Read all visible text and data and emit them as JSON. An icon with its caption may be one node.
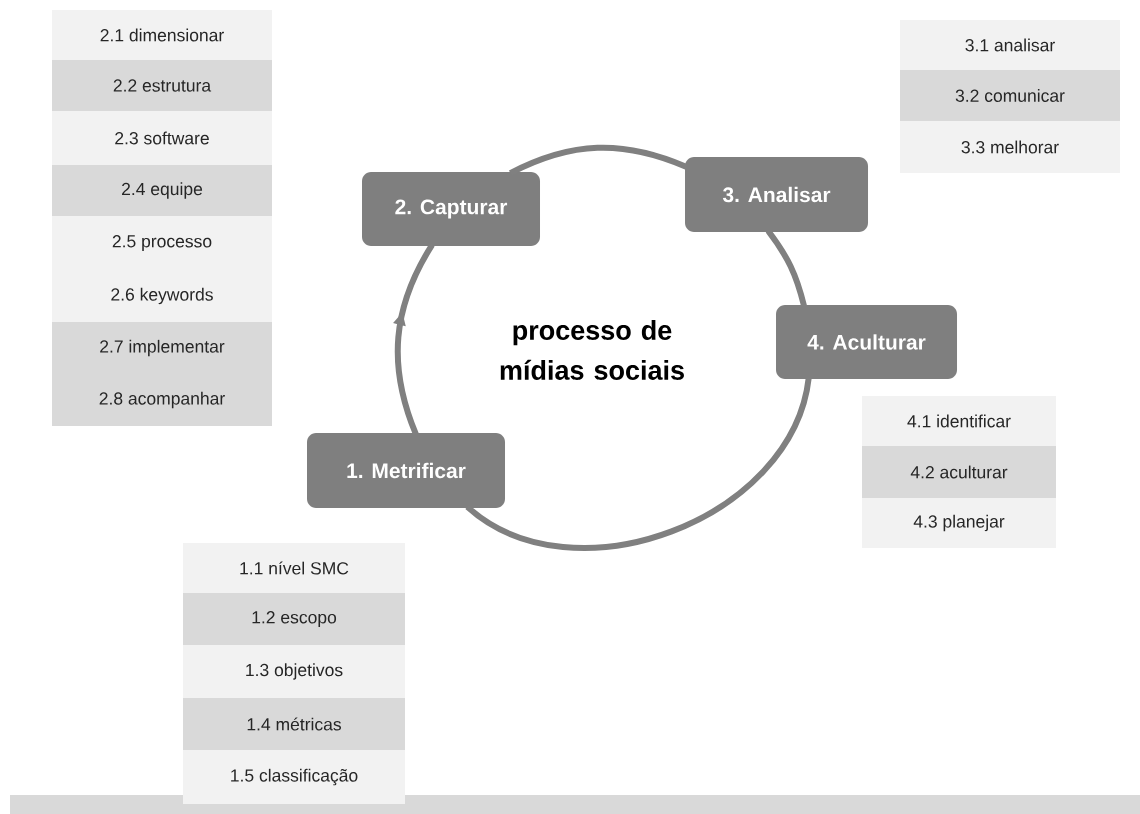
{
  "diagram": {
    "nodes": [
      {
        "text": [
          "2.1 dimensionar"
        ]
      },
      {
        "text": [
          "2.2 estrutura"
        ]
      },
      {
        "text": [
          "2.3 software"
        ]
      },
      {
        "text": [
          "2.4 equipe"
        ]
      },
      {
        "text": [
          "2.5 processo"
        ]
      },
      {
        "text": [
          "2.6 keywords"
        ]
      },
      {
        "text": [
          "2.7 implementar"
        ]
      },
      {
        "text": [
          "2.8 acompanhar"
        ]
      },
      {
        "text": [
          "3.1 analisar"
        ]
      },
      {
        "text": [
          "3.2 comunicar"
        ]
      },
      {
        "text": [
          "3.3 melhorar"
        ]
      },
      {
        "text": [
          "2. Capturar"
        ]
      },
      {
        "text": [
          "3. Analisar"
        ]
      },
      {
        "text": [
          "4. Aculturar"
        ]
      },
      {
        "text": [
          "4.1 identificar"
        ]
      },
      {
        "text": [
          "4.2 aculturar"
        ]
      },
      {
        "text": [
          "4.3 planejar"
        ]
      },
      {
        "text": [
          "1. Metrificar"
        ]
      },
      {
        "text": [
          "1.1 nível  SMC"
        ]
      },
      {
        "text": [
          "1.2 escopo"
        ]
      },
      {
        "text": [
          "1.3 objetivos"
        ]
      },
      {
        "text": [
          "1.4 métricas"
        ]
      },
      {
        "text": [
          "1.5  classificação"
        ]
      }
    ],
    "edges": [
      {
        "from": 17,
        "to": 11,
        "arrow": "to"
      },
      {
        "from": 11,
        "to": 12,
        "arrow": "none"
      },
      {
        "from": 12,
        "to": 13,
        "arrow": "none"
      },
      {
        "from": 13,
        "to": 17,
        "arrow": "none"
      }
    ],
    "labels": [
      "processo de mídias sociais"
    ]
  }
}
